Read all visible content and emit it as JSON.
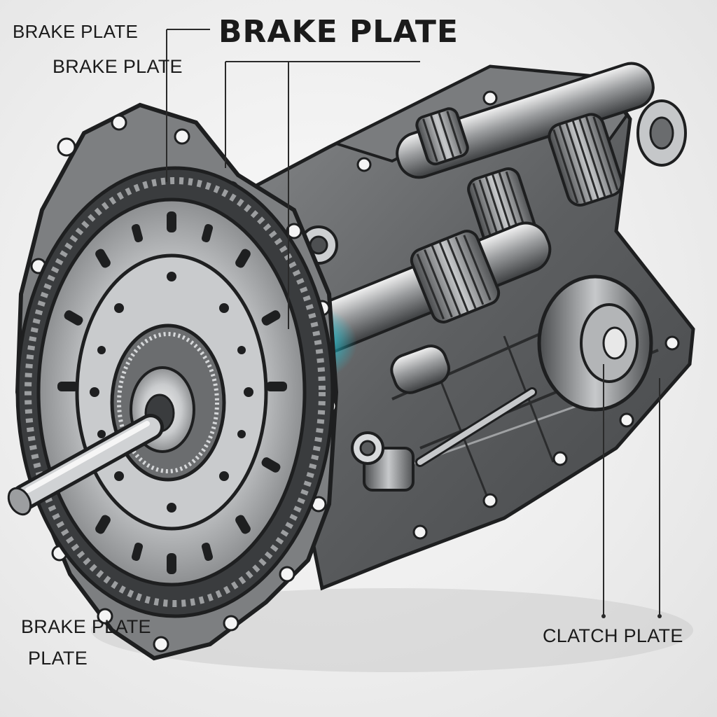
{
  "diagram": {
    "title": "BRAKE PLATE",
    "labels": {
      "top_left_1": "BRAKE PLATE",
      "top_left_2": "BRAKE PLATE",
      "bottom_left_1": "BRAKE PLATE",
      "bottom_left_2": "PLATE",
      "bottom_right": "CLATCH PLATE"
    },
    "colors": {
      "housing": "#6e7072",
      "housing_dark": "#3a3c3e",
      "metal_light": "#d8dadc",
      "outline": "#1e1f20",
      "glow": "#19d2e6"
    }
  }
}
